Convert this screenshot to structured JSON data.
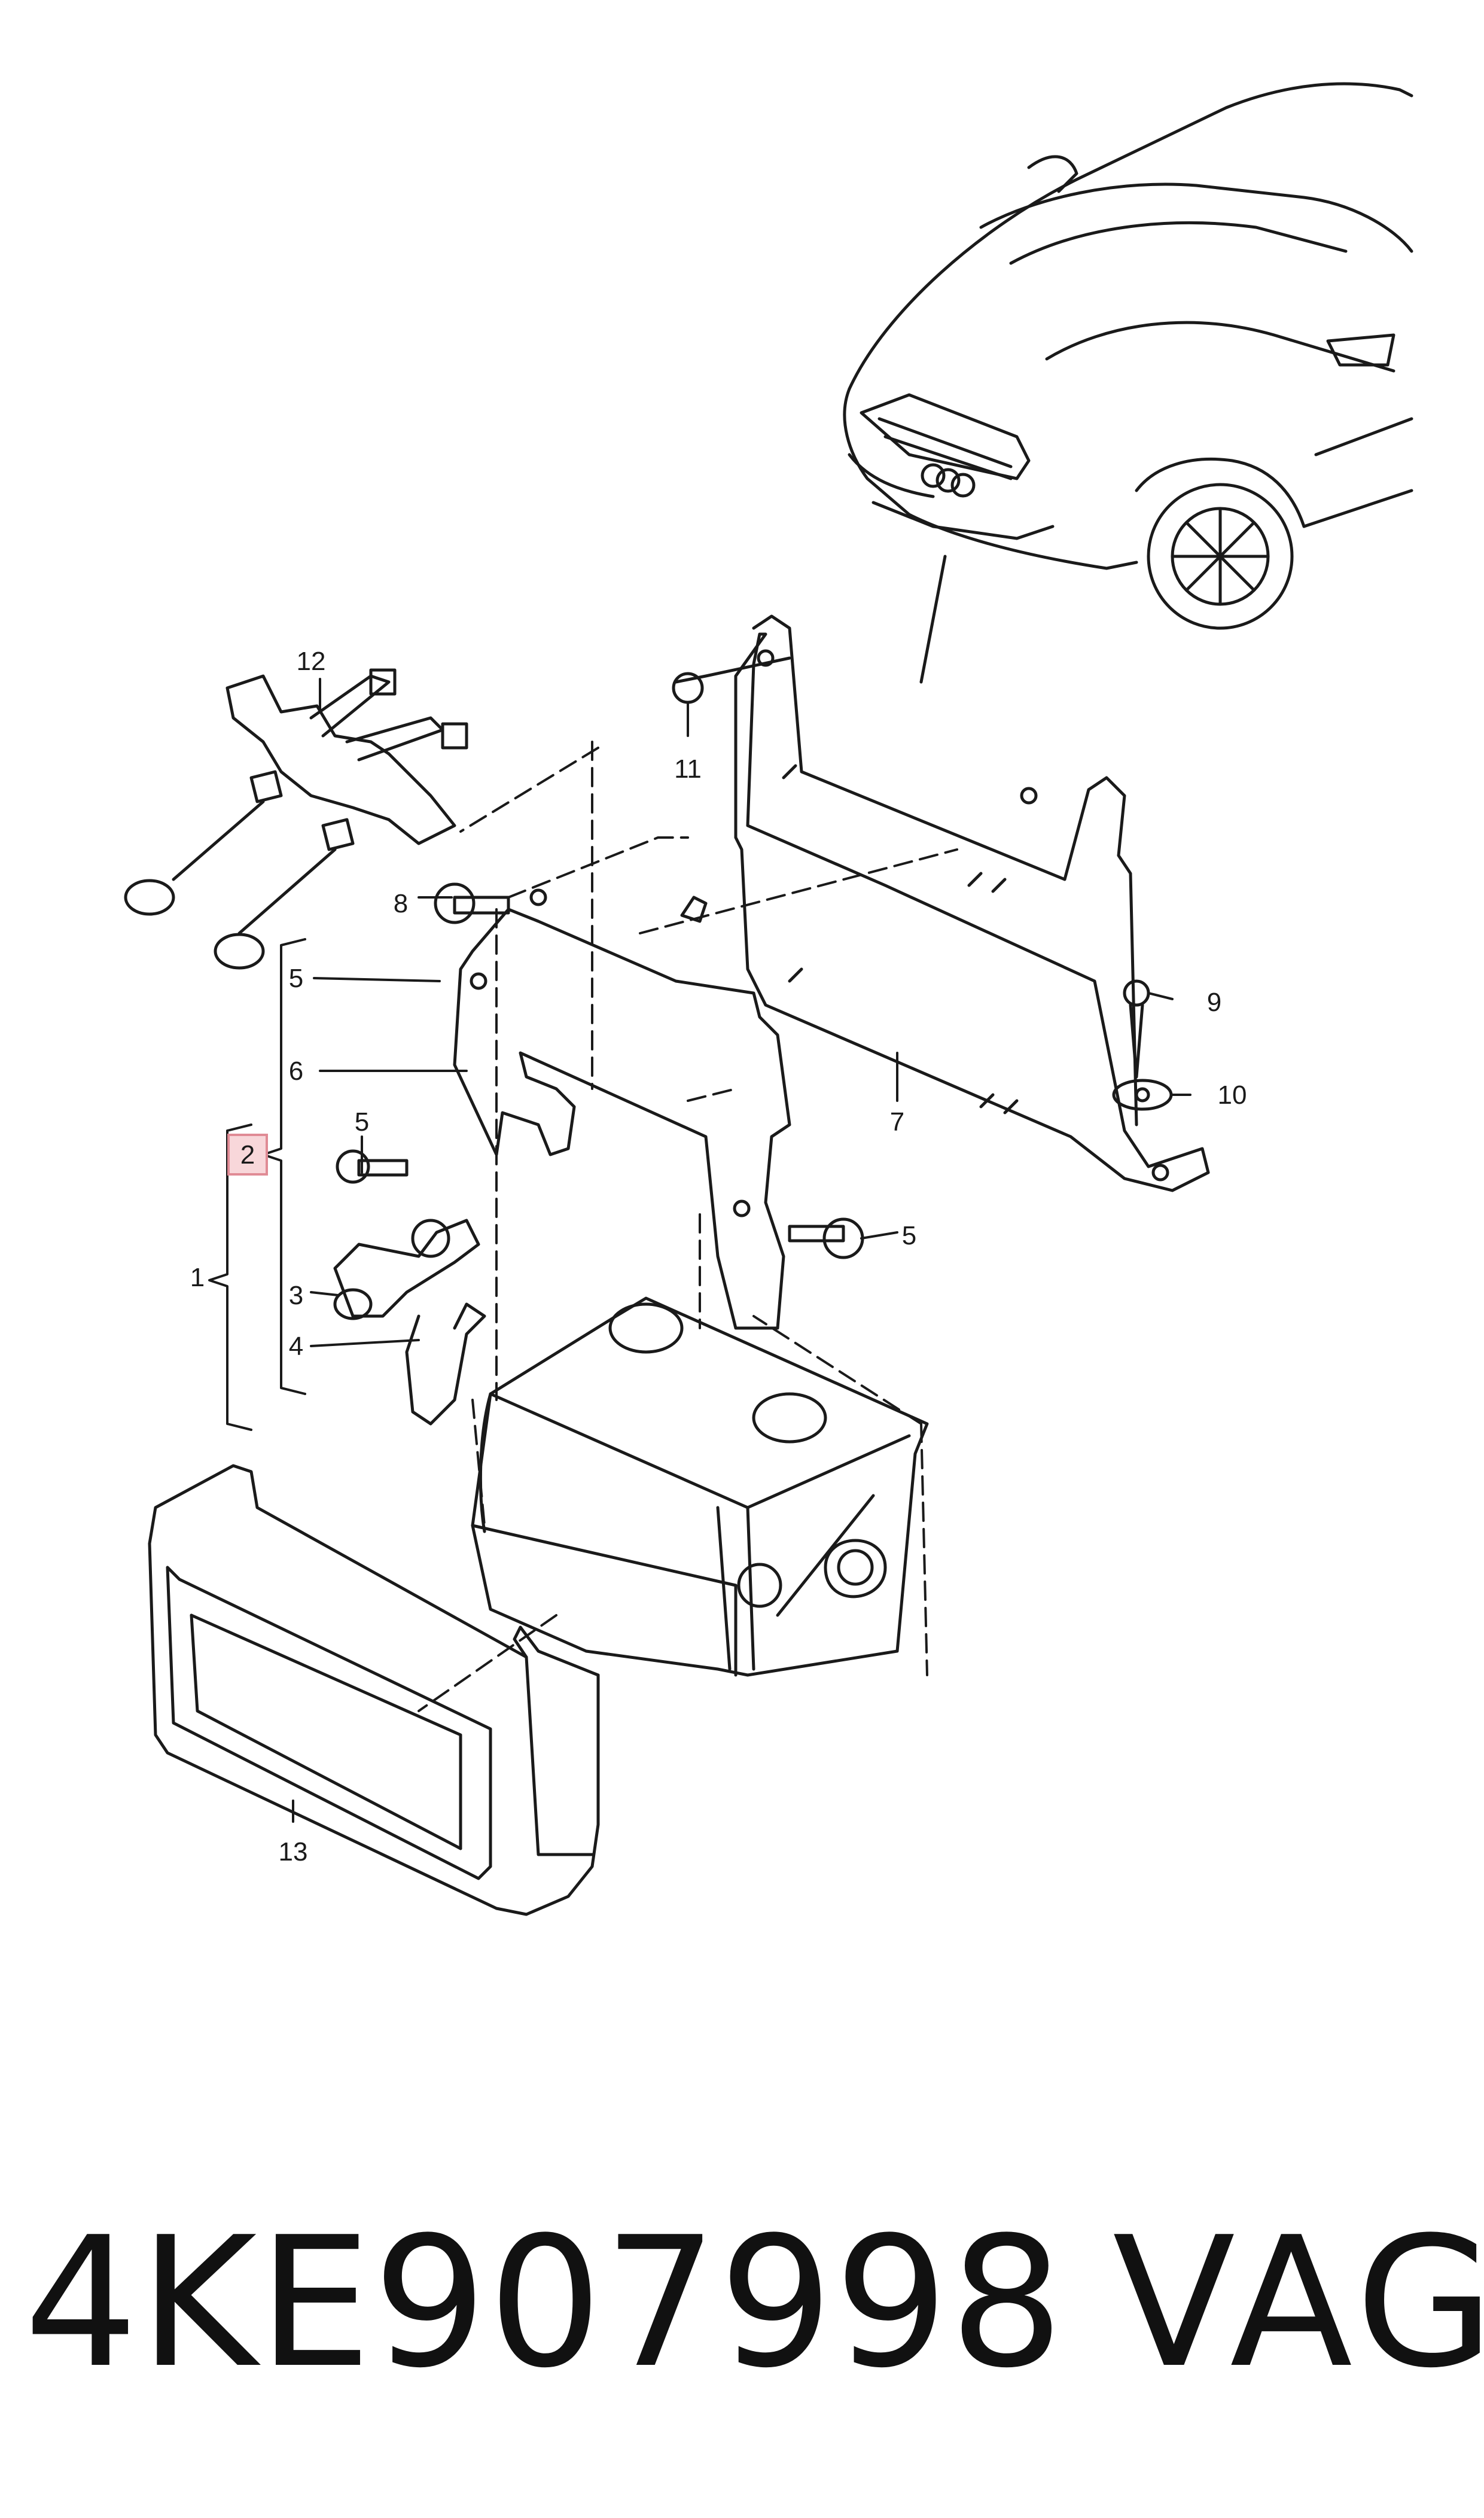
{
  "diagram": {
    "callouts": [
      {
        "id": "c1",
        "label": "1"
      },
      {
        "id": "c2",
        "label": "2"
      },
      {
        "id": "c3",
        "label": "3"
      },
      {
        "id": "c4",
        "label": "4"
      },
      {
        "id": "c5a",
        "label": "5"
      },
      {
        "id": "c5b",
        "label": "5"
      },
      {
        "id": "c5c",
        "label": "5"
      },
      {
        "id": "c6",
        "label": "6"
      },
      {
        "id": "c7",
        "label": "7"
      },
      {
        "id": "c8",
        "label": "8"
      },
      {
        "id": "c9",
        "label": "9"
      },
      {
        "id": "c10",
        "label": "10"
      },
      {
        "id": "c11",
        "label": "11"
      },
      {
        "id": "c12",
        "label": "12"
      },
      {
        "id": "c13",
        "label": "13"
      }
    ],
    "highlight_color": "#f8d7da",
    "highlight_border": "#e08b95"
  },
  "footer": {
    "part_number": "4KE907998",
    "brand": "VAG"
  }
}
